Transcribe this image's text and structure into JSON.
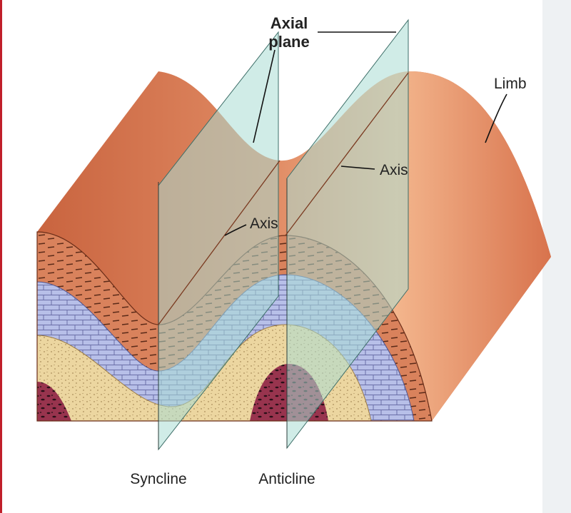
{
  "labels": {
    "axial_plane_line1": "Axial",
    "axial_plane_line2": "plane",
    "limb": "Limb",
    "axis_right": "Axis",
    "axis_left": "Axis",
    "syncline": "Syncline",
    "anticline": "Anticline"
  },
  "colors": {
    "block_surface": "#dd7a52",
    "block_side": "#d26c45",
    "layer_shale": "#d9825c",
    "layer_limestone": "#b7bfe8",
    "layer_sandstone": "#ecd6a0",
    "layer_conglomerate": "#98344e",
    "axial_plane": "#a9dcd3",
    "left_border": "#c01f2a",
    "right_edge": "#e9edf0"
  }
}
